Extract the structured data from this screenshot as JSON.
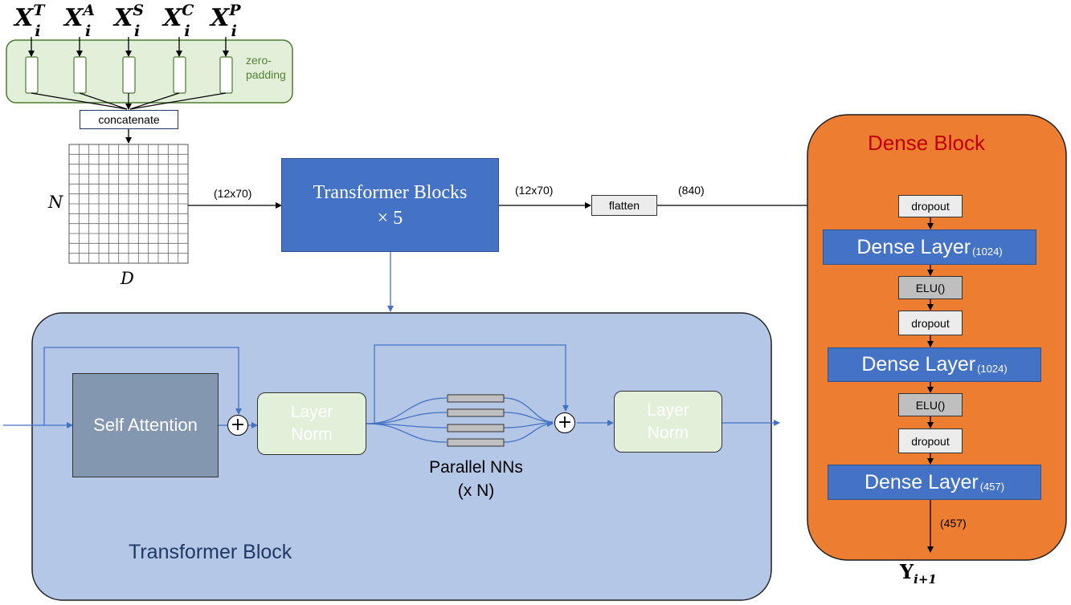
{
  "inputs": {
    "variables": [
      {
        "base": "X",
        "sup": "T",
        "sub": "i"
      },
      {
        "base": "X",
        "sup": "A",
        "sub": "i"
      },
      {
        "base": "X",
        "sup": "S",
        "sub": "i"
      },
      {
        "base": "X",
        "sup": "C",
        "sub": "i"
      },
      {
        "base": "X",
        "sup": "P",
        "sub": "i"
      }
    ],
    "zero_padding_label": "zero-\npadding",
    "concatenate_label": "concatenate",
    "matrix_rows_label": "N",
    "matrix_cols_label": "D"
  },
  "flow": {
    "shape_in": "(12x70)",
    "transformer_blocks_line1": "Transformer Blocks",
    "transformer_blocks_line2": "× 5",
    "shape_out": "(12x70)",
    "flatten_label": "flatten",
    "flat_size": "(840)"
  },
  "transformer_block": {
    "title": "Transformer Block",
    "self_attention": "Self Attention",
    "layer_norm_1": "Layer\nNorm",
    "parallel_nns_line1": "Parallel NNs",
    "parallel_nns_line2": "(x N)",
    "layer_norm_2": "Layer\nNorm",
    "plus_symbol": "+"
  },
  "dense_block": {
    "title": "Dense Block",
    "layers": [
      {
        "type": "small",
        "label": "dropout"
      },
      {
        "type": "dense",
        "label": "Dense Layer",
        "size": "(1024)"
      },
      {
        "type": "small",
        "label": "ELU()"
      },
      {
        "type": "small",
        "label": "dropout"
      },
      {
        "type": "dense",
        "label": "Dense Layer",
        "size": "(1024)"
      },
      {
        "type": "small",
        "label": "ELU()"
      },
      {
        "type": "small",
        "label": "dropout"
      },
      {
        "type": "dense",
        "label": "Dense Layer",
        "size": "(457)"
      }
    ],
    "output_size": "(457)",
    "output_base": "Y",
    "output_sub": "i+1"
  },
  "colors": {
    "input_panel_fill": "#e2efd9",
    "input_panel_stroke": "#4e7a32",
    "zero_padding_text": "#548235",
    "transformer_blue": "#4472c4",
    "transformer_panel_fill": "#b4c7e7",
    "transformer_title": "#1f3864",
    "self_attention_fill": "#8497b0",
    "layer_norm_fill": "#e2efd9",
    "layer_norm_text": "#ffffff",
    "dense_panel_fill": "#ed7d31",
    "dense_title": "#c00000"
  }
}
